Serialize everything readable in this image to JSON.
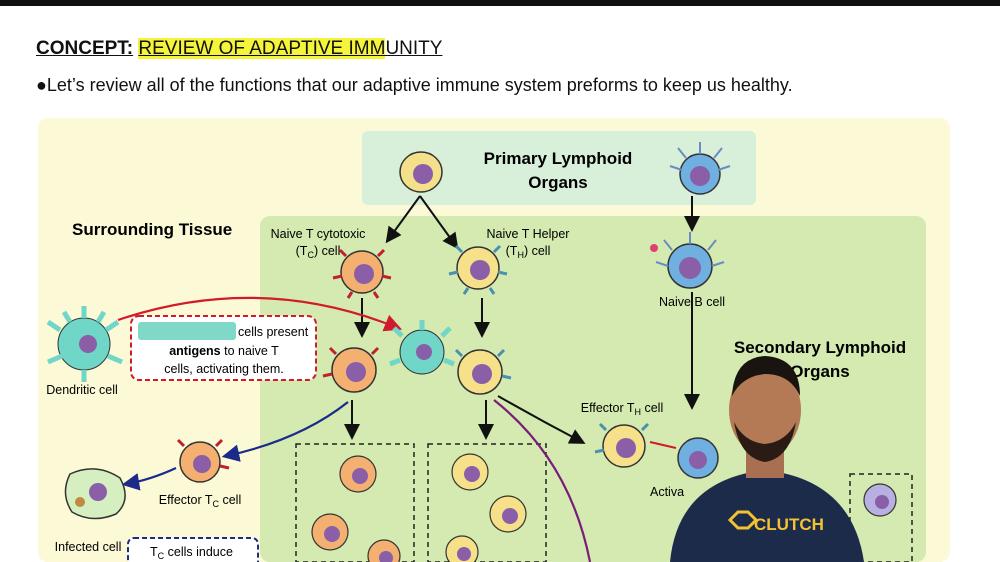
{
  "header": {
    "concept_label": "CONCEPT:",
    "concept_highlight": "REVIEW OF ADAPTIVE IMM",
    "concept_rest": "UNITY",
    "subtitle": "●Let’s review all of the functions that our adaptive immune system preforms to keep us healthy."
  },
  "diagram": {
    "primary_lymphoid": [
      "Primary Lymphoid",
      "Organs"
    ],
    "secondary_lymphoid": [
      "Secondary Lymphoid",
      "Organs"
    ],
    "surrounding_tissue": "Surrounding Tissue",
    "naive_tc": [
      "Naive T cytotoxic",
      "(T",
      "C",
      ") cell"
    ],
    "naive_th": [
      "Naive T Helper",
      "(T",
      "H",
      ") cell"
    ],
    "naive_b": "Naive B cell",
    "dendritic_cell": "Dendritic cell",
    "callout": [
      "cells present",
      "antigens",
      " to naive T",
      "cells, activating them."
    ],
    "effector_th": [
      "Effector T",
      "H",
      " cell"
    ],
    "effector_tc": [
      "Effector T",
      "C",
      " cell"
    ],
    "infected_cell": "Infected cell",
    "tc_induce": [
      "T",
      "C",
      " cells induce"
    ],
    "activated_partial": "Activa"
  },
  "branding": {
    "logo_text": "CLUTCH"
  },
  "colors": {
    "highlight": "#f4f43a",
    "panel": "#fbf9d6",
    "secondary_region": "#d4eab0",
    "primary_region": "#d8efda",
    "fill_blank": "#7fd8c8"
  }
}
